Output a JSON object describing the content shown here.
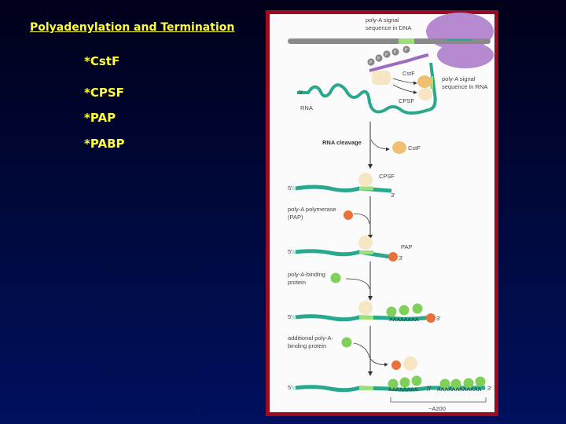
{
  "slide": {
    "title": "Polyadenylation and Termination",
    "items": [
      "*CstF",
      "*CPSF",
      "*PAP",
      "*PABP"
    ]
  },
  "diagram": {
    "labels": {
      "dna_signal_1": "poly-A signal",
      "dna_signal_2": "sequence in DNA",
      "phospho": "P",
      "cstf": "CstF",
      "rna_signal_1": "poly-A signal",
      "rna_signal_2": "sequence in RNA",
      "cpsf": "CPSF",
      "five_prime": "5'",
      "three_prime": "3'",
      "rna": "RNA",
      "rna_cleavage": "RNA cleavage",
      "pap_1": "poly-A polymerase",
      "pap_2": "(PAP)",
      "pap": "PAP",
      "pabp_1": "poly-A-binding",
      "pabp_2": "protein",
      "add_pabp_1": "additional poly-A-",
      "add_pabp_2": "binding protein",
      "polya_short": "AAAAAAAA",
      "polya_long": "AAAAAAAAAAAA",
      "break": "//",
      "length": "~A200"
    },
    "colors": {
      "frame": "#9e0b1f",
      "rna": "#2aa88e",
      "signal": "#9be07a",
      "polymerase": "#b58ad0",
      "cstf_cpsf": "#f5d9a3",
      "pap": "#e8703a",
      "pabp": "#7fd05a",
      "title_text": "#ffff33"
    }
  }
}
